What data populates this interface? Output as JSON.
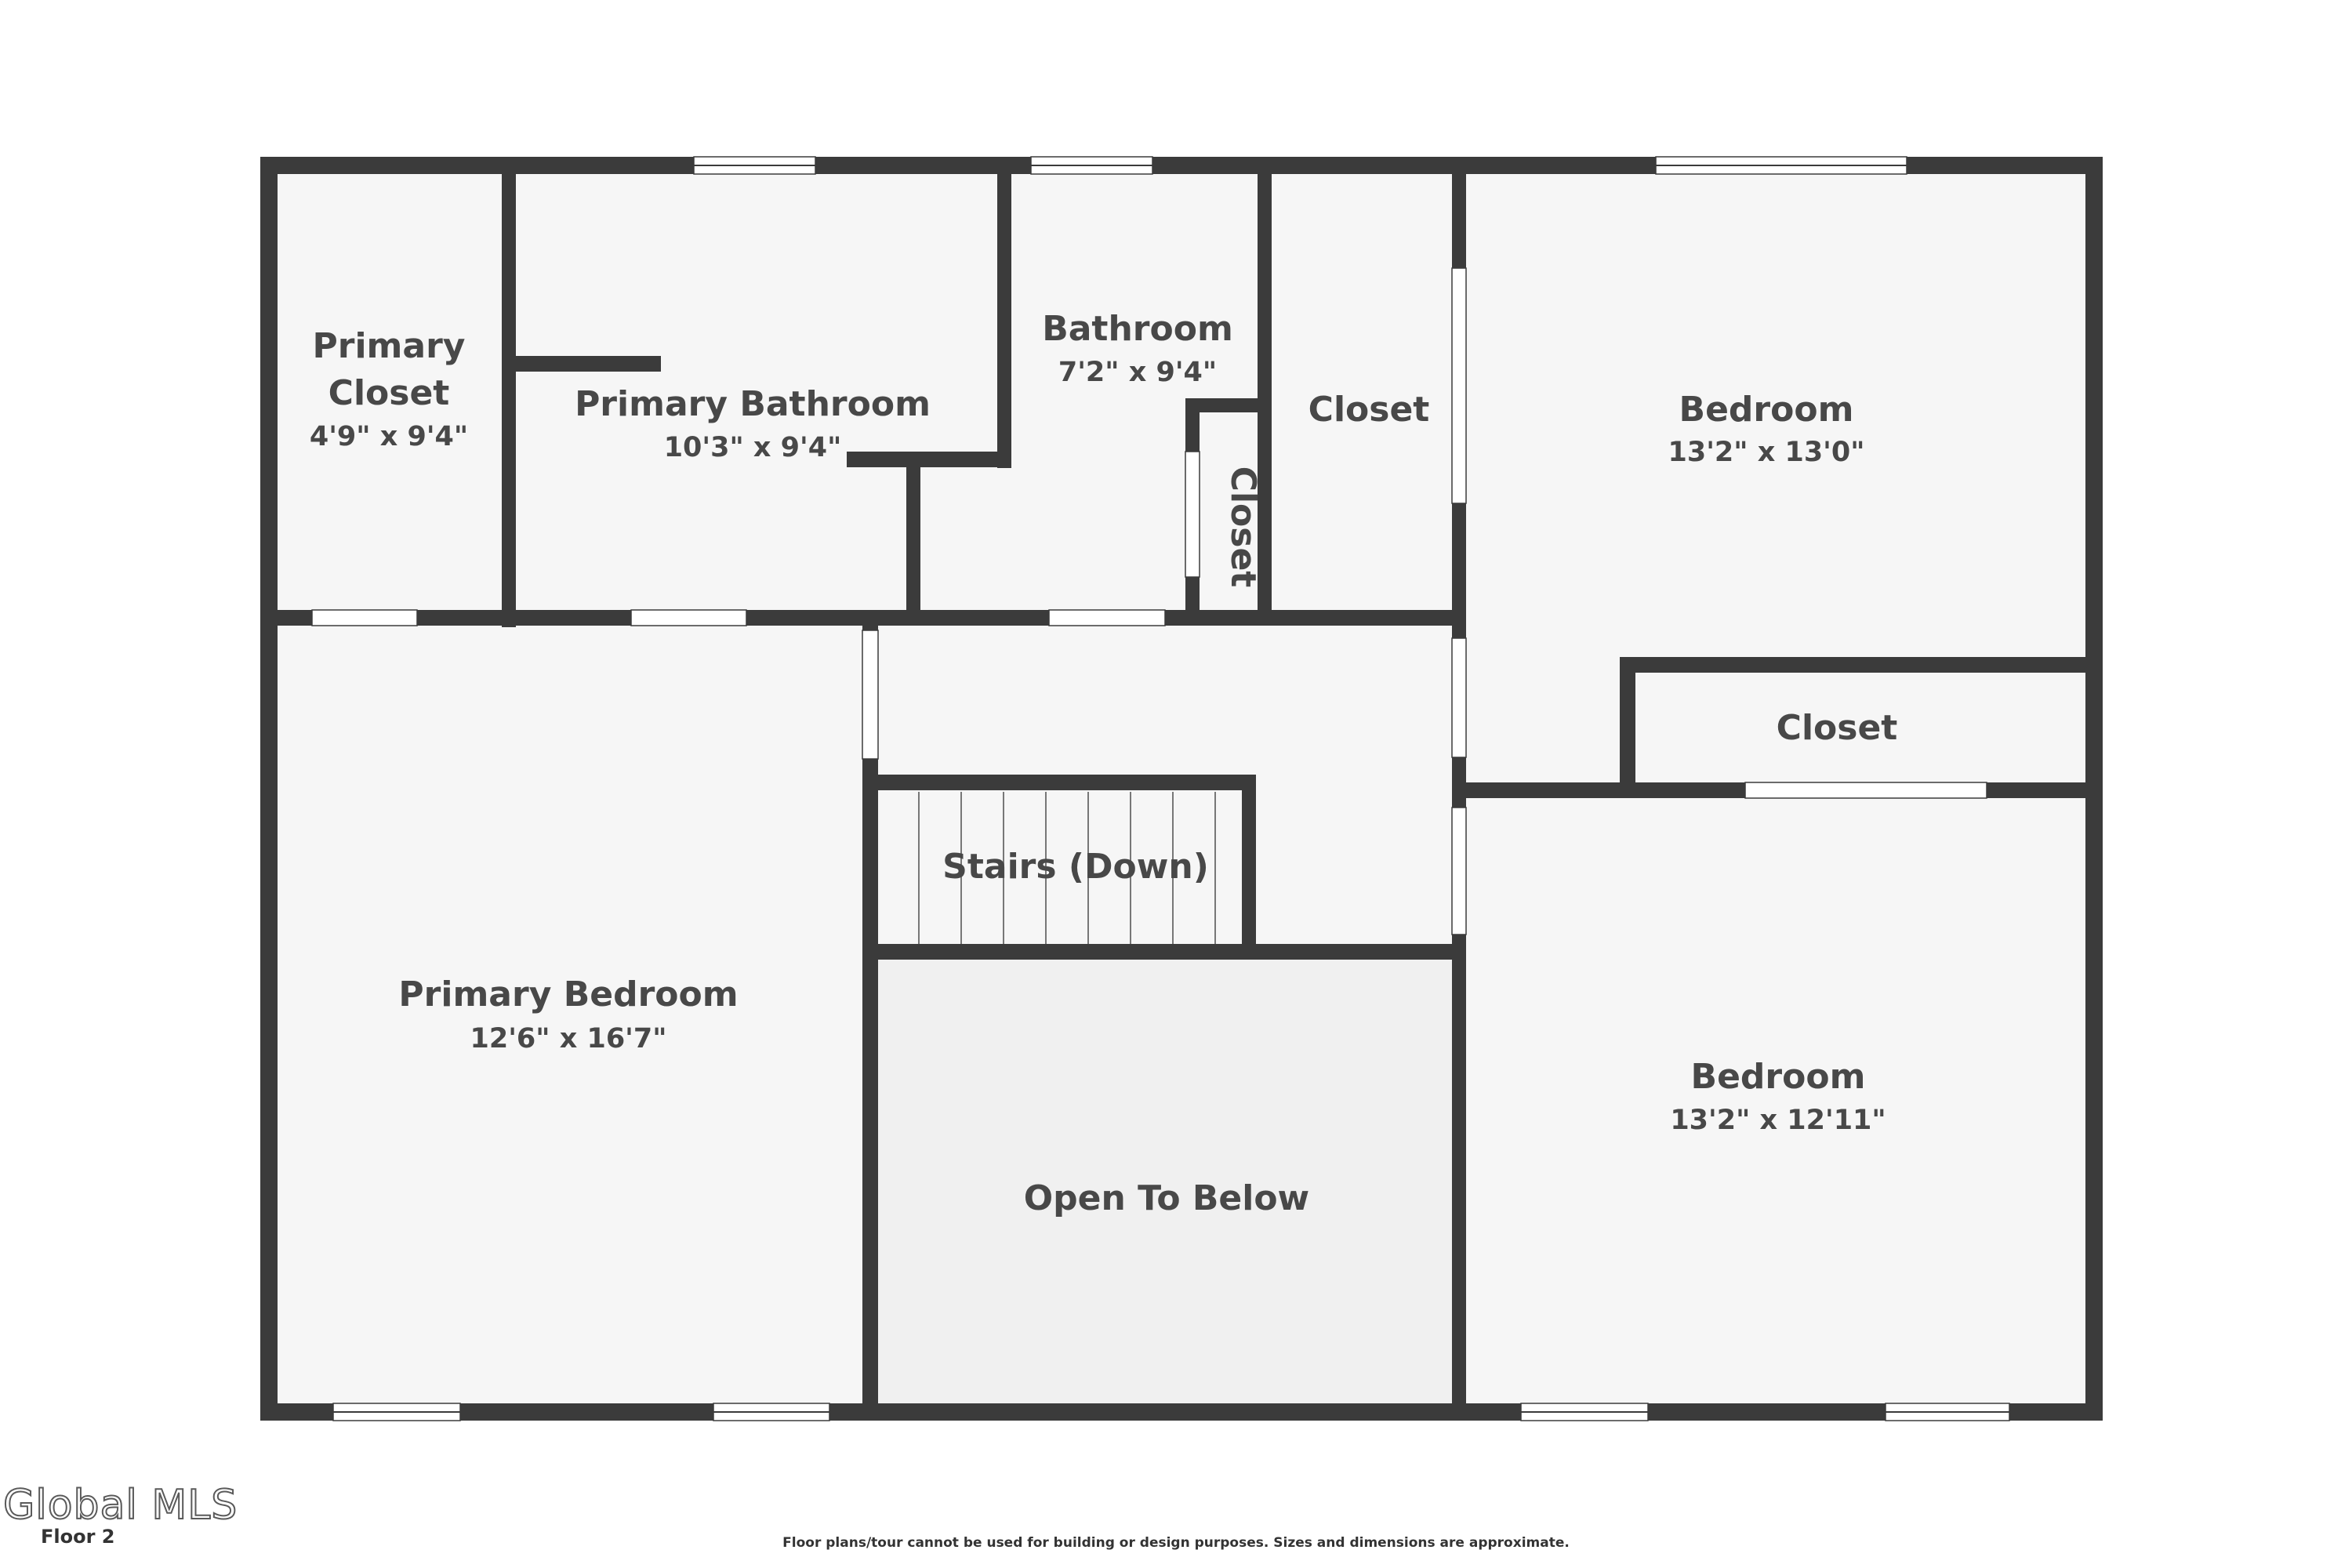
{
  "rooms": {
    "primary_closet": {
      "name_line1": "Primary",
      "name_line2": "Closet",
      "dimensions": "4'9\" x 9'4\""
    },
    "primary_bathroom": {
      "name": "Primary Bathroom",
      "dimensions": "10'3\" x 9'4\""
    },
    "bathroom": {
      "name": "Bathroom",
      "dimensions": "7'2\" x 9'4\""
    },
    "small_closet": {
      "name": "Closet"
    },
    "hall_closet": {
      "name": "Closet"
    },
    "bedroom_1": {
      "name": "Bedroom",
      "dimensions": "13'2\" x 13'0\""
    },
    "bedroom_closet": {
      "name": "Closet"
    },
    "primary_bedroom": {
      "name": "Primary Bedroom",
      "dimensions": "12'6\" x 16'7\""
    },
    "stairs": {
      "name": "Stairs (Down)"
    },
    "open_to_below": {
      "name": "Open To Below"
    },
    "bedroom_2": {
      "name": "Bedroom",
      "dimensions": "13'2\" x 12'11\""
    }
  },
  "colors": {
    "wall": "#3b3b3b",
    "room_fill": "#f6f6f6",
    "open_below_fill": "#f0f0f0",
    "text": "#484848"
  },
  "footer": {
    "logo": "Global MLS",
    "floor_label": "Floor 2",
    "disclaimer": "Floor plans/tour cannot be used for building or design purposes. Sizes and dimensions are approximate."
  }
}
